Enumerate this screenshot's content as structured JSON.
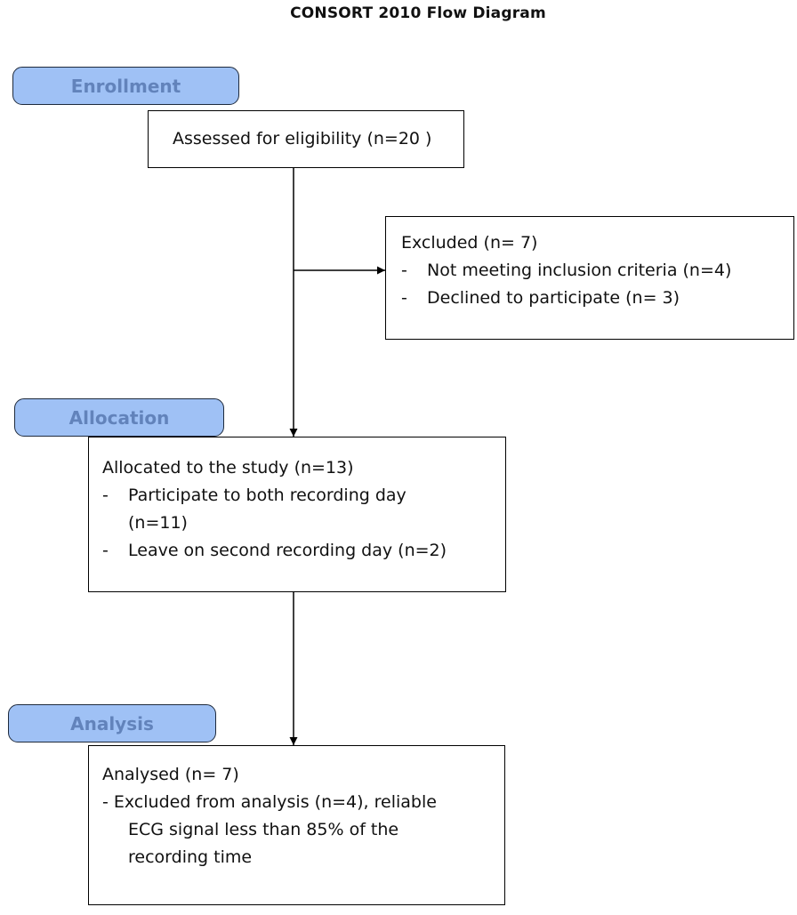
{
  "title": "CONSORT 2010  Flow Diagram",
  "stages": {
    "enrollment": "Enrollment",
    "allocation": "Allocation",
    "analysis": "Analysis"
  },
  "assessed": {
    "text": "Assessed for eligibility (n=20 )"
  },
  "excluded": {
    "heading": "Excluded  (n= 7)",
    "items": [
      "Not meeting inclusion criteria (n=4)",
      "Declined to participate  (n= 3)"
    ]
  },
  "allocated": {
    "heading": "Allocated to the study (n=13)",
    "items": [
      "Participate  to both recording day",
      "(n=11)",
      "Leave on second recording day (n=2)"
    ]
  },
  "analysed": {
    "heading": "Analysed  (n= 7)",
    "items": [
      "- Excluded from analysis (n=4), reliable",
      "ECG signal less than 85% of the",
      "recording time"
    ]
  },
  "colors": {
    "stage_fill": "#9fc1f5",
    "stage_text": "#6283bb",
    "stage_border": "#1e2a3c",
    "line": "#000000"
  }
}
